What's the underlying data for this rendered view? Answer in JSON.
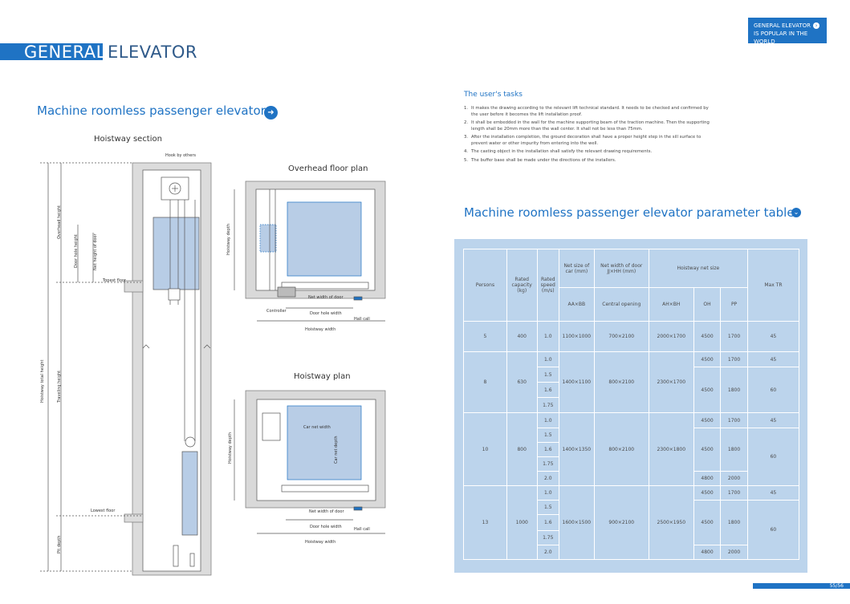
{
  "header": {
    "brand_word1": "GENERAL",
    "brand_word2": "ELEVATOR",
    "badge_line1": "GENERAL ELEVATOR",
    "badge_line2": "IS POPULAR IN THE WORLD",
    "accent_color": "#1f73c4"
  },
  "left": {
    "title": "Machine roomless passenger elevator",
    "hoistway_section": "Hoistway section",
    "overhead_plan": "Overhead floor plan",
    "hoistway_plan": "Hoistway plan",
    "labels": {
      "hook": "Hook by others",
      "overhead_height": "Overhead height",
      "door_hole_height": "Door hole height",
      "net_height_door": "Net height of door",
      "topest_floor": "Topest floor",
      "hoistway_total_height": "Hoistway total height",
      "traveling_height": "Traveling height",
      "lowest_floor": "Lowest floor",
      "pit_depth": "Pit depth",
      "hoistway_depth_1": "Hoistway depth",
      "net_width_door_1": "Net width of door",
      "controller": "Controller",
      "door_hole_width_1": "Door hole width",
      "hall_call_1": "Hall call",
      "hoistway_width_1": "Hoistway width",
      "hoistway_depth_2": "Hoistway depth",
      "car_net_width": "Car net width",
      "car_net_depth": "Car net depth",
      "net_width_door_2": "Net width of door",
      "door_hole_width_2": "Door hole width",
      "hall_call_2": "Hall call",
      "hoistway_width_2": "Hoistway width"
    }
  },
  "right": {
    "tasks_title": "The user's tasks",
    "tasks": [
      "It makes the drawing according to the relevant lift technical standard.  It needs to be checked and confirmed by the user before it becomes the lift installation proof.",
      "It shall be embedded in the wall for the machine supporting beam of the traction machine. Then the supporting length shall be 20mm more than the wall center. It shall not be less than 75mm.",
      "After the installation completion, the ground decoration shall have a proper height step in the sill surface to prevent water or other impurity from entering into the well.",
      "The casting object in the installation shall satisfy the relevant drawing requirements.",
      "The buffer base shall be made under the directions of the installers."
    ],
    "table_title": "Machine roomless passenger elevator parameter table",
    "table": {
      "h_persons": "Persons",
      "h_capacity": "Rated capacity (kg)",
      "h_speed": "Rated speed (m/s)",
      "h_car": "Net size of car (mm)",
      "h_car_sub": "AA×BB",
      "h_door": "Net width of door JJ×HH (mm)",
      "h_door_sub": "Central opening",
      "h_hoist": "Hoistway net size",
      "h_ah": "AH×BH",
      "h_oh": "OH",
      "h_pp": "PP",
      "h_max": "Max TR",
      "rows": {
        "p5": "5",
        "c5": "400",
        "s5": "1.0",
        "car5": "1100×1000",
        "door5": "700×2100",
        "ah5": "2000×1700",
        "oh5": "4500",
        "pp5": "1700",
        "tr5": "45",
        "p8": "8",
        "c8": "630",
        "s8a": "1.0",
        "s8b": "1.5",
        "s8c": "1.6",
        "s8d": "1.75",
        "car8": "1400×1100",
        "door8": "800×2100",
        "ah8": "2300×1700",
        "oh8a": "4500",
        "pp8a": "1700",
        "tr8a": "45",
        "oh8b": "4500",
        "pp8b": "1800",
        "tr8b": "60",
        "p10": "10",
        "c10": "800",
        "s10a": "1.0",
        "s10b": "1.5",
        "s10c": "1.6",
        "s10d": "1.75",
        "s10e": "2.0",
        "car10": "1400×1350",
        "door10": "800×2100",
        "ah10": "2300×1800",
        "oh10a": "4500",
        "pp10a": "1700",
        "tr10a": "45",
        "oh10b": "4500",
        "pp10b": "1800",
        "tr10b": "60",
        "oh10c": "4800",
        "pp10c": "2000",
        "p13": "13",
        "c13": "1000",
        "s13a": "1.0",
        "s13b": "1.5",
        "s13c": "1.6",
        "s13d": "1.75",
        "s13e": "2.0",
        "car13": "1600×1500",
        "door13": "900×2100",
        "ah13": "2500×1950",
        "oh13a": "4500",
        "pp13a": "1700",
        "tr13a": "45",
        "oh13b": "4500",
        "pp13b": "1800",
        "tr13b": "60",
        "oh13c": "4800",
        "pp13c": "2000"
      }
    }
  },
  "footer": {
    "page": "55/56"
  }
}
